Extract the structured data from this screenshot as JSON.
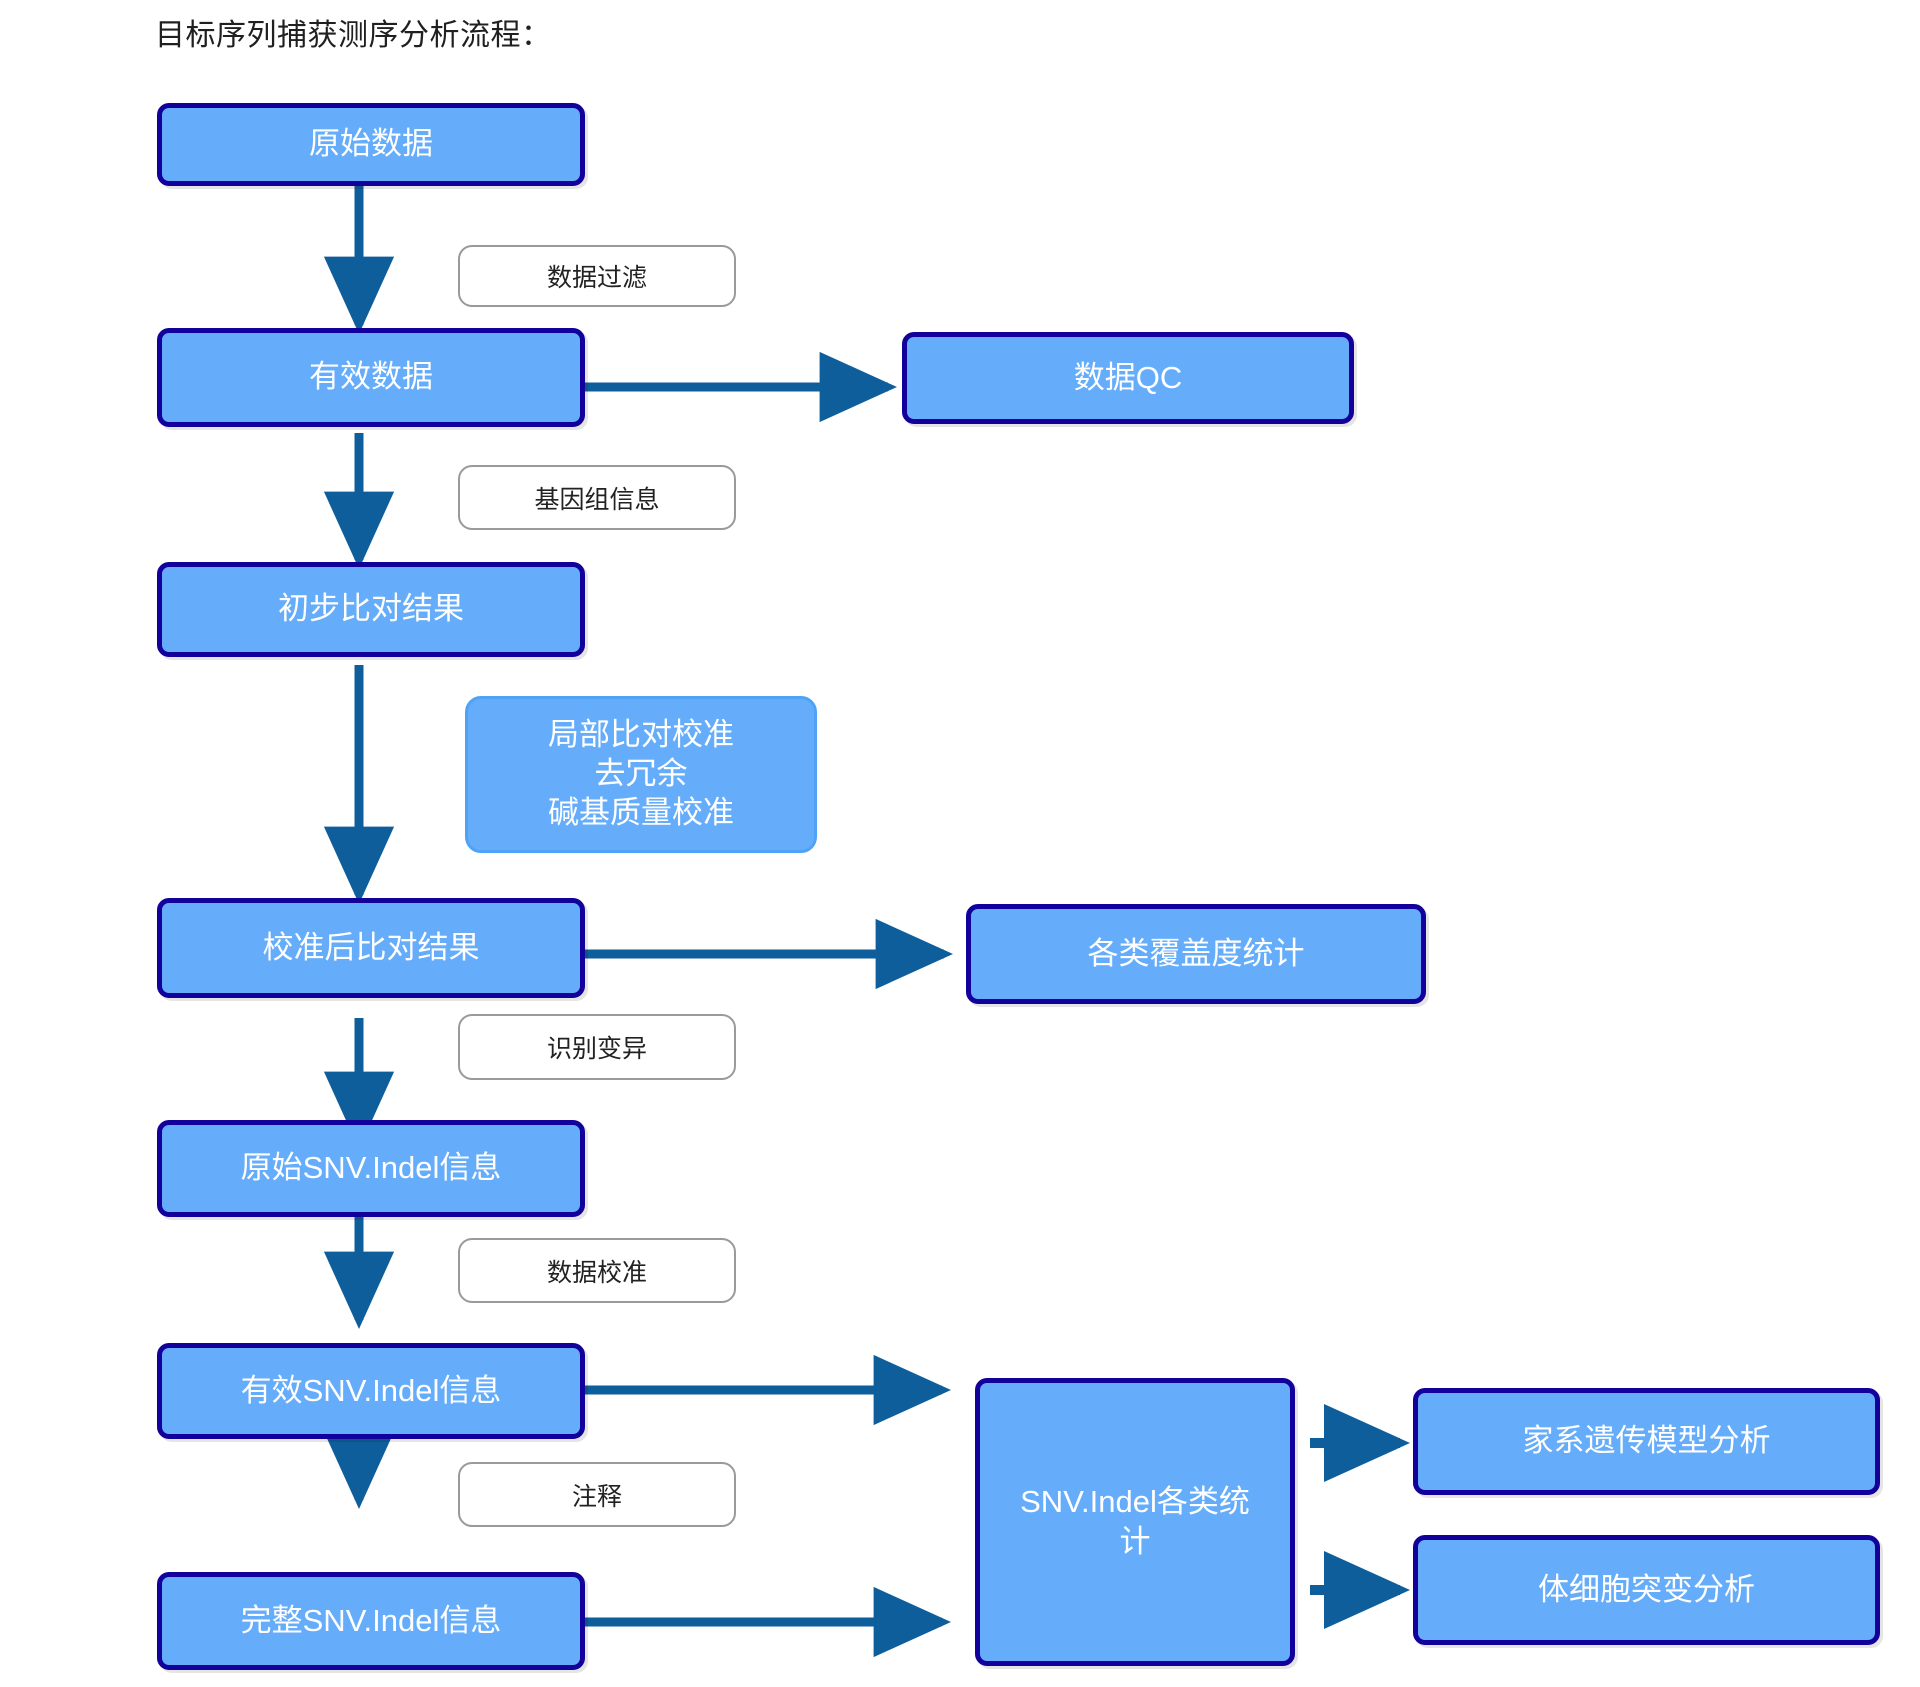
{
  "title": "目标序列捕获测序分析流程：",
  "colors": {
    "node_fill": "#65ADFB",
    "node_border": "#12029B",
    "soft_border": "#4FA3F7",
    "arrow": "#0F5E9C",
    "label_border": "#9A9A9A",
    "node_text": "#FFFFFF",
    "label_text": "#222222",
    "background": "#FFFFFF"
  },
  "nodes": {
    "raw_data": "原始数据",
    "valid_data": "有效数据",
    "data_qc": "数据QC",
    "initial_align": "初步比对结果",
    "recal_steps_line1": "局部比对校准",
    "recal_steps_line2": "去冗余",
    "recal_steps_line3": "碱基质量校准",
    "calibrated_align": "校准后比对结果",
    "coverage_stats": "各类覆盖度统计",
    "raw_snv_indel": "原始SNV.Indel信息",
    "valid_snv_indel": "有效SNV.Indel信息",
    "full_snv_indel": "完整SNV.Indel信息",
    "snv_indel_stats": "SNV.Indel各类统\n计",
    "snv_indel_stats_line1": "SNV.Indel各类统",
    "snv_indel_stats_line2": "计",
    "family_model": "家系遗传模型分析",
    "somatic_mutation": "体细胞突变分析"
  },
  "edge_labels": {
    "data_filter": "数据过滤",
    "genome_info": "基因组信息",
    "call_variant": "识别变异",
    "data_calibration": "数据校准",
    "annotation": "注释"
  },
  "flow": {
    "type": "flowchart",
    "orientation": "top-to-bottom with right branches",
    "edges": [
      {
        "from": "原始数据",
        "to": "有效数据",
        "label": "数据过滤",
        "direction": "down"
      },
      {
        "from": "有效数据",
        "to": "数据QC",
        "label": "",
        "direction": "right"
      },
      {
        "from": "有效数据",
        "to": "初步比对结果",
        "label": "基因组信息",
        "direction": "down"
      },
      {
        "from": "初步比对结果",
        "to": "校准后比对结果",
        "label": "局部比对校准 / 去冗余 / 碱基质量校准",
        "direction": "down"
      },
      {
        "from": "校准后比对结果",
        "to": "各类覆盖度统计",
        "label": "",
        "direction": "right"
      },
      {
        "from": "校准后比对结果",
        "to": "原始SNV.Indel信息",
        "label": "识别变异",
        "direction": "down"
      },
      {
        "from": "原始SNV.Indel信息",
        "to": "有效SNV.Indel信息",
        "label": "数据校准",
        "direction": "down"
      },
      {
        "from": "有效SNV.Indel信息",
        "to": "SNV.Indel各类统计",
        "label": "",
        "direction": "right"
      },
      {
        "from": "有效SNV.Indel信息",
        "to": "完整SNV.Indel信息",
        "label": "注释",
        "direction": "down"
      },
      {
        "from": "完整SNV.Indel信息",
        "to": "SNV.Indel各类统计",
        "label": "",
        "direction": "right"
      },
      {
        "from": "SNV.Indel各类统计",
        "to": "家系遗传模型分析",
        "label": "",
        "direction": "right"
      },
      {
        "from": "SNV.Indel各类统计",
        "to": "体细胞突变分析",
        "label": "",
        "direction": "right"
      }
    ]
  }
}
